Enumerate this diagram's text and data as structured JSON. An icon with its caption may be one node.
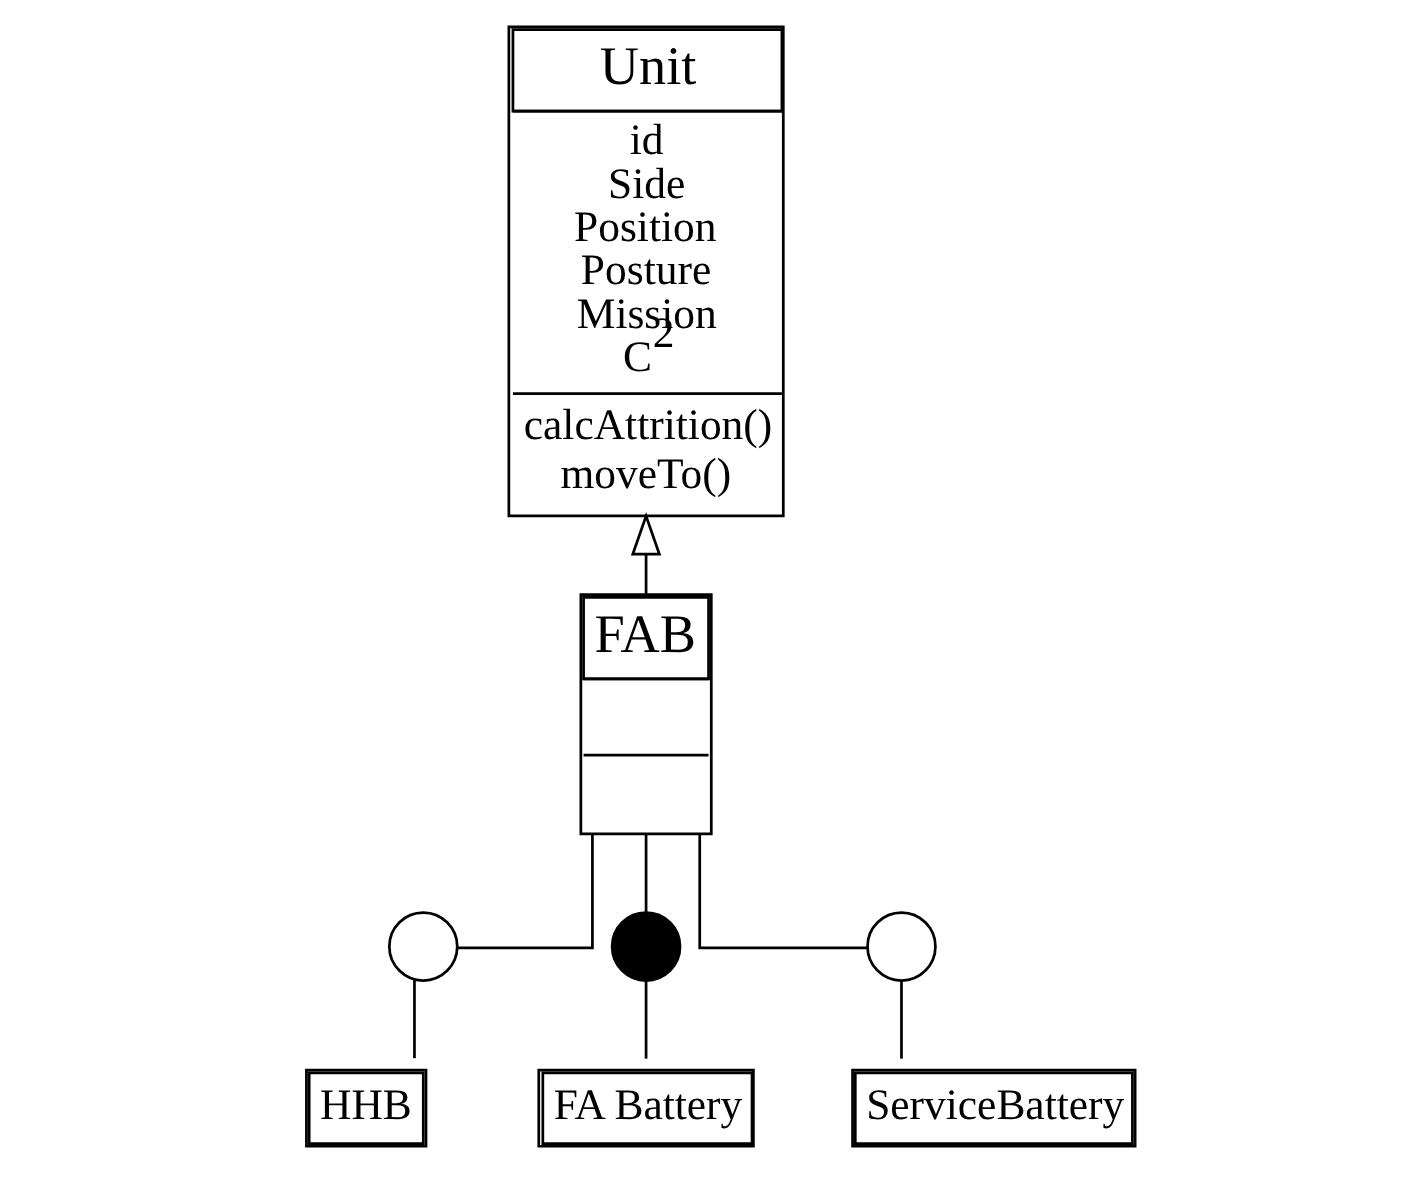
{
  "diagram": {
    "nodes": [
      {
        "text": [
          "Unit",
          "id Side Position Posture Mission C$^{2}$",
          "calcAttrition() moveTo()"
        ]
      },
      {
        "text": [
          "FAB"
        ]
      },
      {
        "text": [],
        "shape": "circle"
      },
      {
        "text": [],
        "shape": "dot"
      },
      {
        "text": [],
        "shape": "circle"
      },
      {
        "text": [
          "HHB"
        ]
      },
      {
        "text": [
          "FA Battery"
        ]
      },
      {
        "text": [
          "ServiceBattery"
        ]
      }
    ],
    "edges": [
      {
        "from": 1,
        "to": 0,
        "arrow": "to"
      },
      {
        "from": 1,
        "to": 2,
        "arrow": "none"
      },
      {
        "from": 1,
        "to": 3,
        "arrow": "none"
      },
      {
        "from": 1,
        "to": 4,
        "arrow": "none"
      },
      {
        "from": 2,
        "to": 5,
        "arrow": "none"
      },
      {
        "from": 3,
        "to": 6,
        "arrow": "none"
      },
      {
        "from": 4,
        "to": 7,
        "arrow": "none"
      }
    ]
  }
}
